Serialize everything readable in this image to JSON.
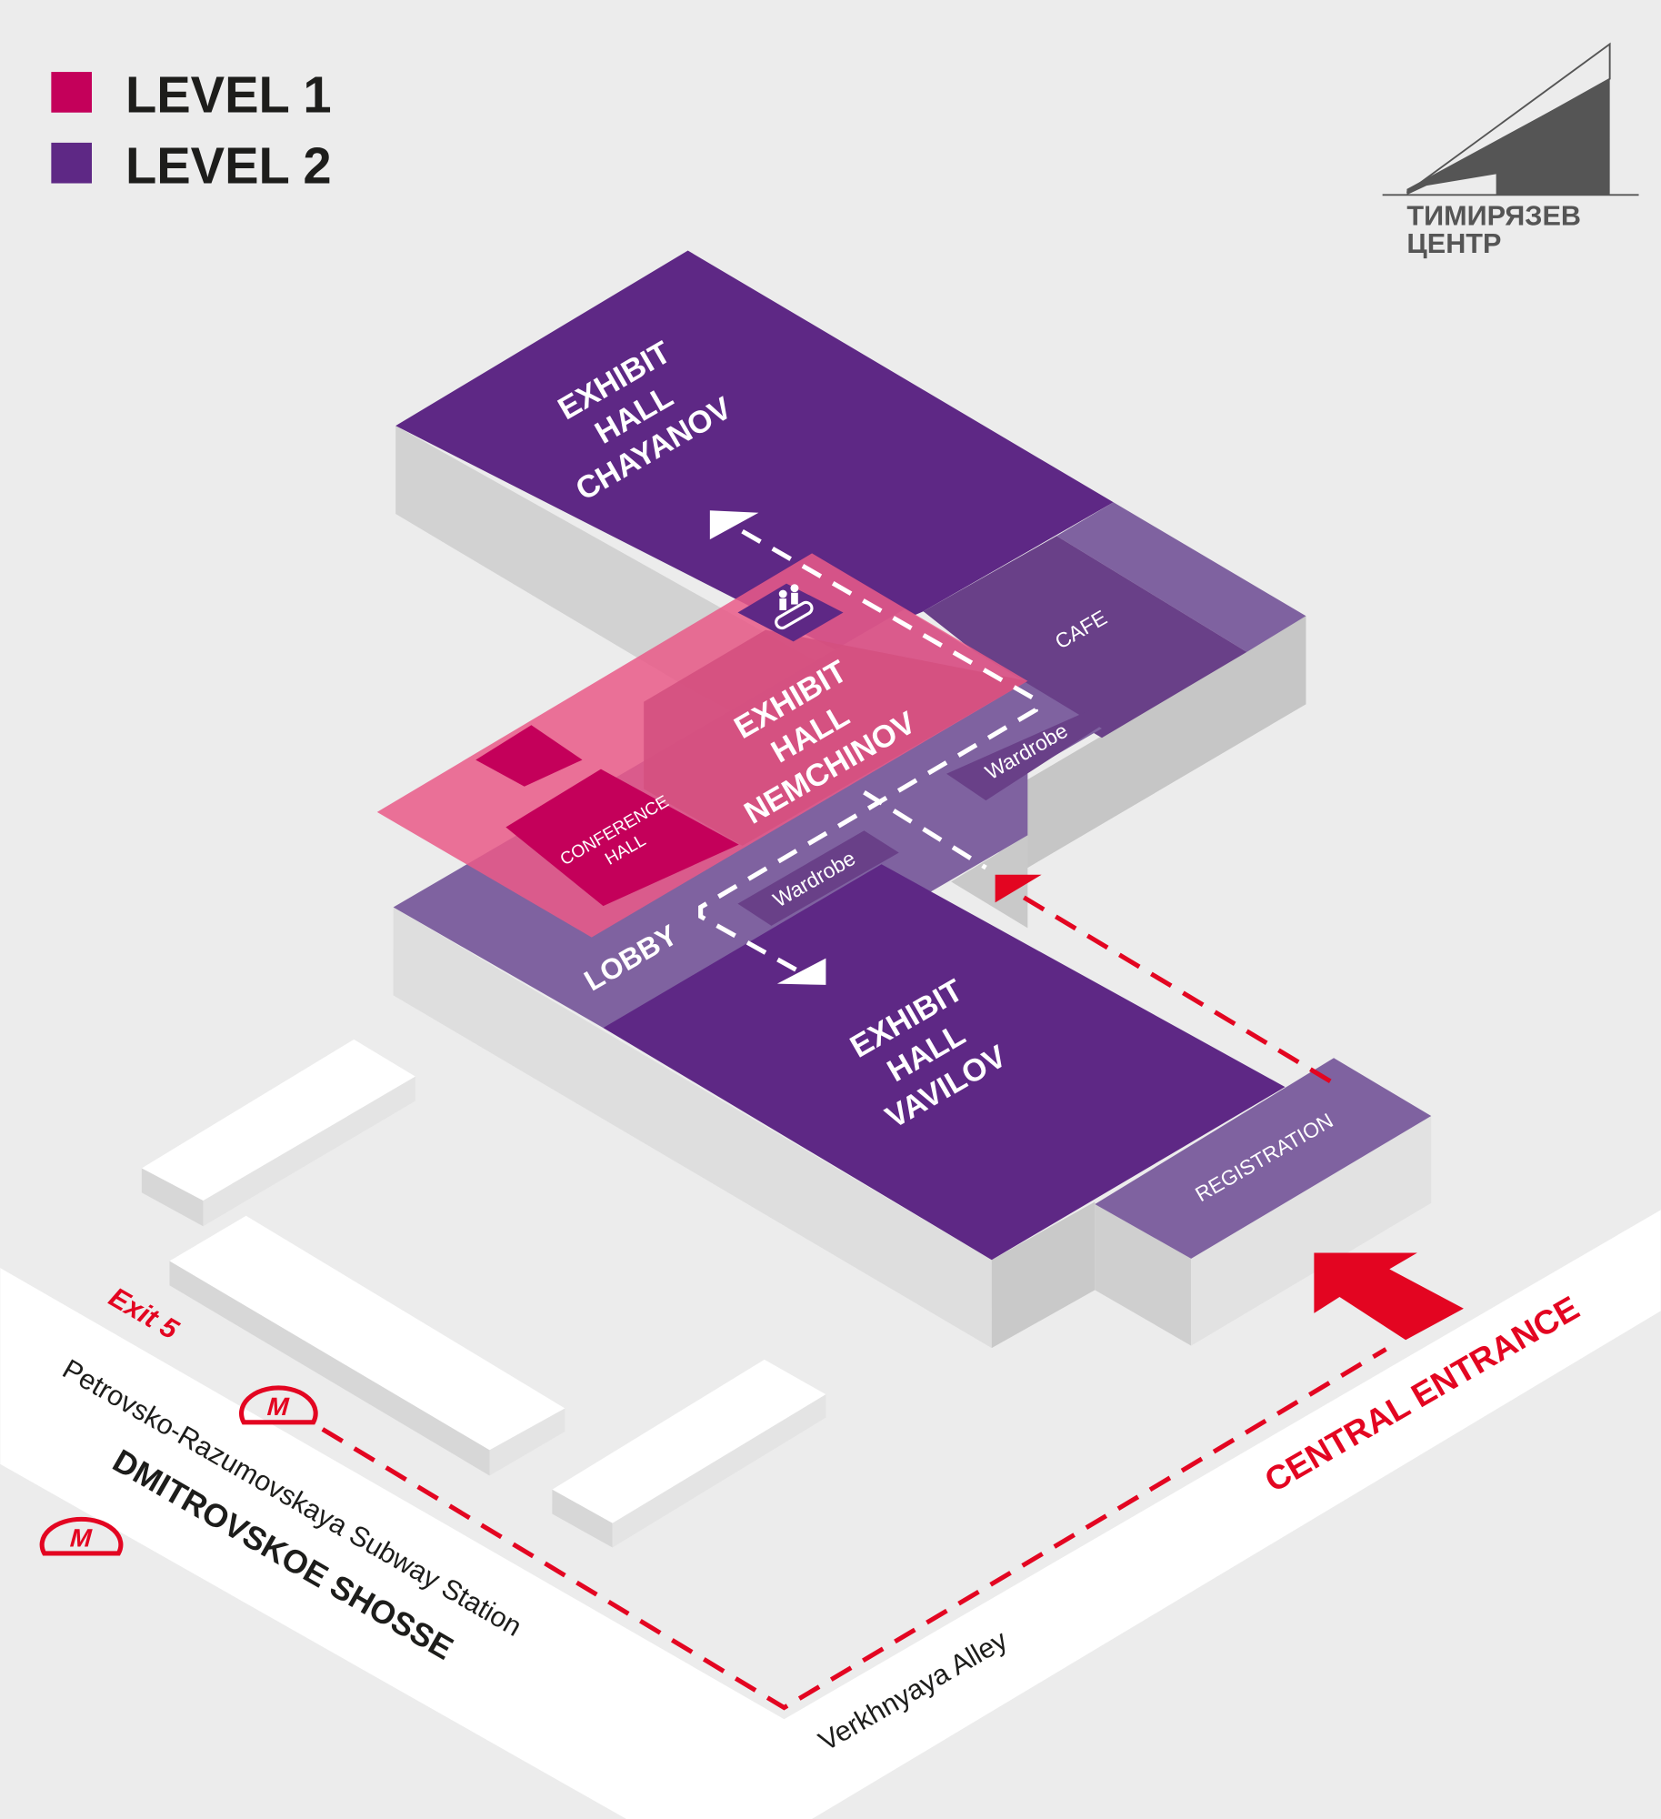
{
  "legend": [
    {
      "label": "LEVEL 1",
      "color": "#c4005a"
    },
    {
      "label": "LEVEL 2",
      "color": "#5e2885"
    }
  ],
  "logo": {
    "line1": "ТИМИРЯЗЕВ",
    "line2": "ЦЕНТР"
  },
  "halls": {
    "chayanov": [
      "EXHIBIT",
      "HALL",
      "CHAYANOV"
    ],
    "nemchinov": [
      "EXHIBIT",
      "HALL",
      "NEMCHINOV"
    ],
    "vavilov": [
      "EXHIBIT",
      "HALL",
      "VAVILOV"
    ],
    "conference": [
      "CONFERENCE",
      "HALL"
    ]
  },
  "rooms": {
    "cafe": "CAFE",
    "wardrobe_upper": "Wardrobe",
    "wardrobe_lower": "Wardrobe",
    "lobby": "LOBBY",
    "registration": "REGISTRATION"
  },
  "streets": {
    "exit": "Exit 5",
    "station": "Petrovsko-Razumovskaya Subway Station",
    "highway": "DMITROVSKOE SHOSSE",
    "alley": "Verkhnyaya Alley",
    "entrance": "CENTRAL ENTRANCE"
  },
  "colors": {
    "level1": "#c4005a",
    "level2": "#5e2885",
    "accent_red": "#e30521",
    "light_purple": "#7f62a0"
  }
}
